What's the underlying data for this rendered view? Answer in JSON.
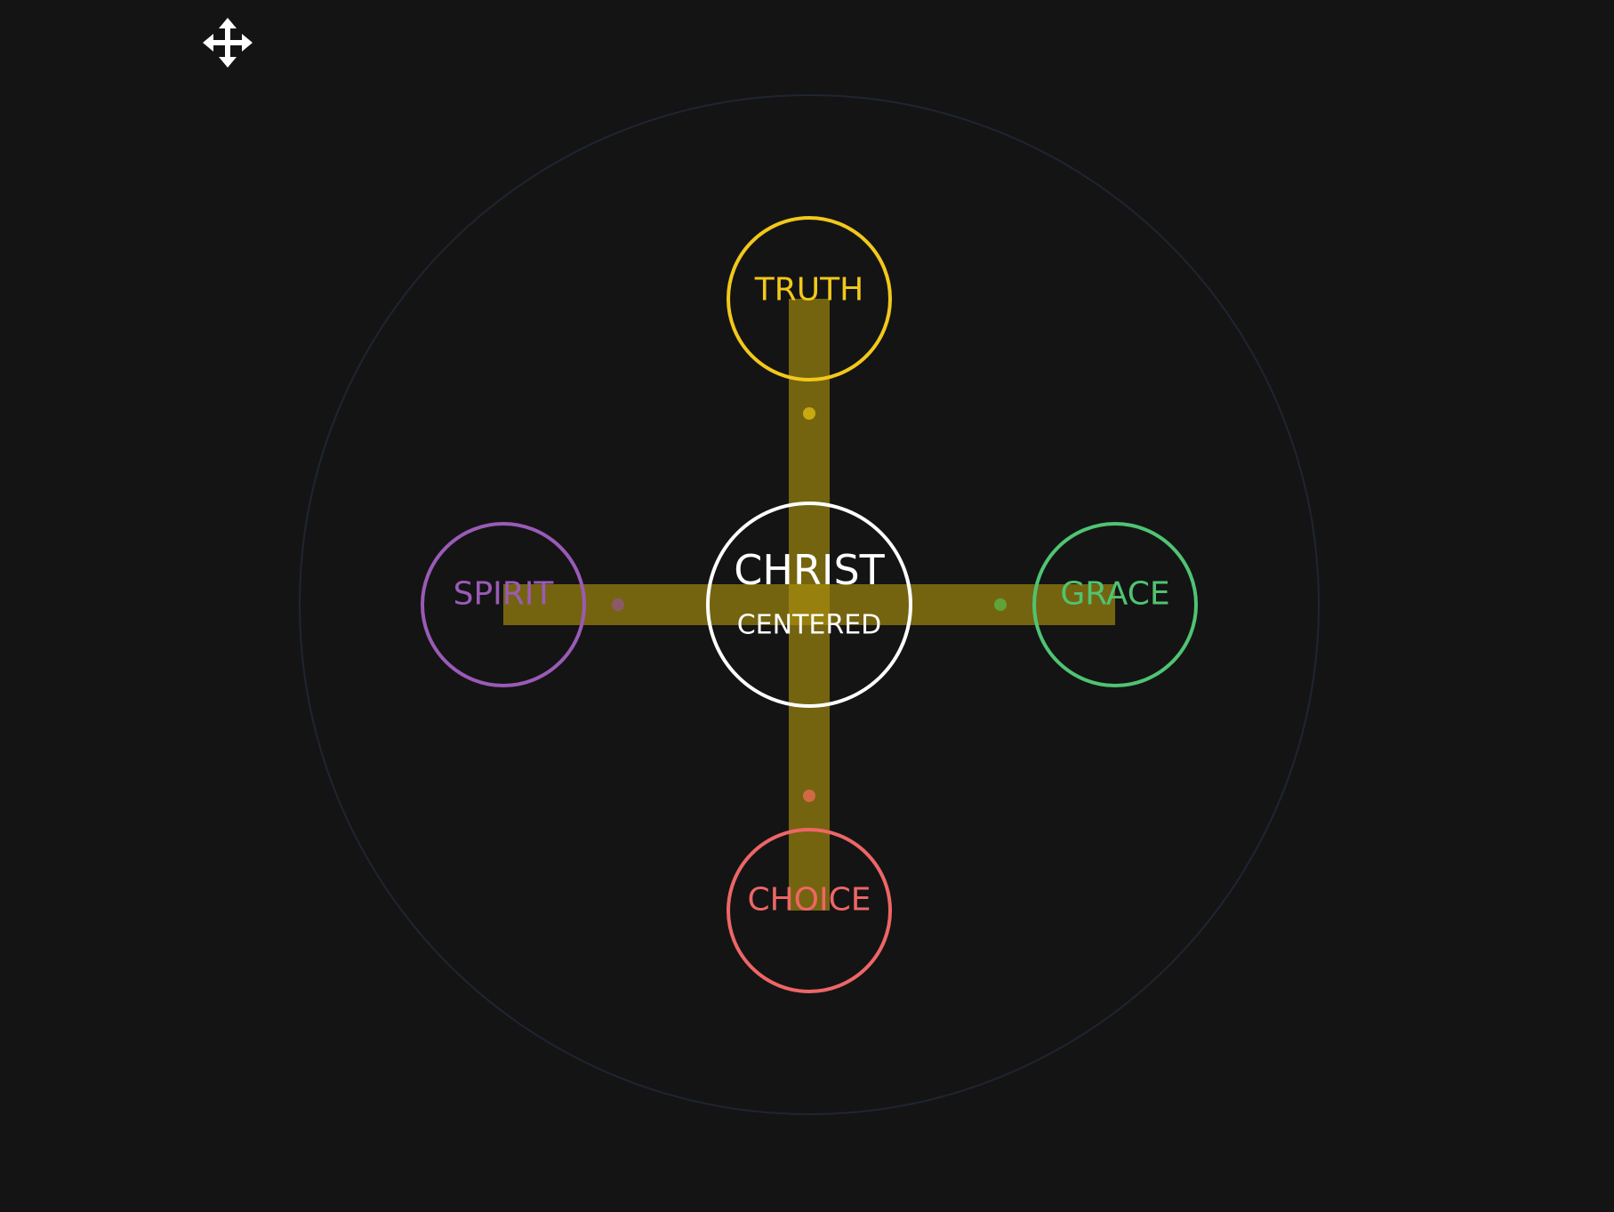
{
  "colors": {
    "background": "#141415",
    "outer_ring": "#1f2530",
    "cross": "#a98f0d",
    "center": "#ffffff",
    "truth": "#f2c81b",
    "grace": "#4fc472",
    "choice": "#ee6666",
    "spirit": "#9a5bb6"
  },
  "toolbar": {
    "move_icon": "move-arrows-icon"
  },
  "center": {
    "title": "CHRIST",
    "subtitle": "CENTERED"
  },
  "nodes": {
    "truth": {
      "label": "TRUTH"
    },
    "grace": {
      "label": "GRACE"
    },
    "choice": {
      "label": "CHOICE"
    },
    "spirit": {
      "label": "SPIRIT"
    }
  }
}
